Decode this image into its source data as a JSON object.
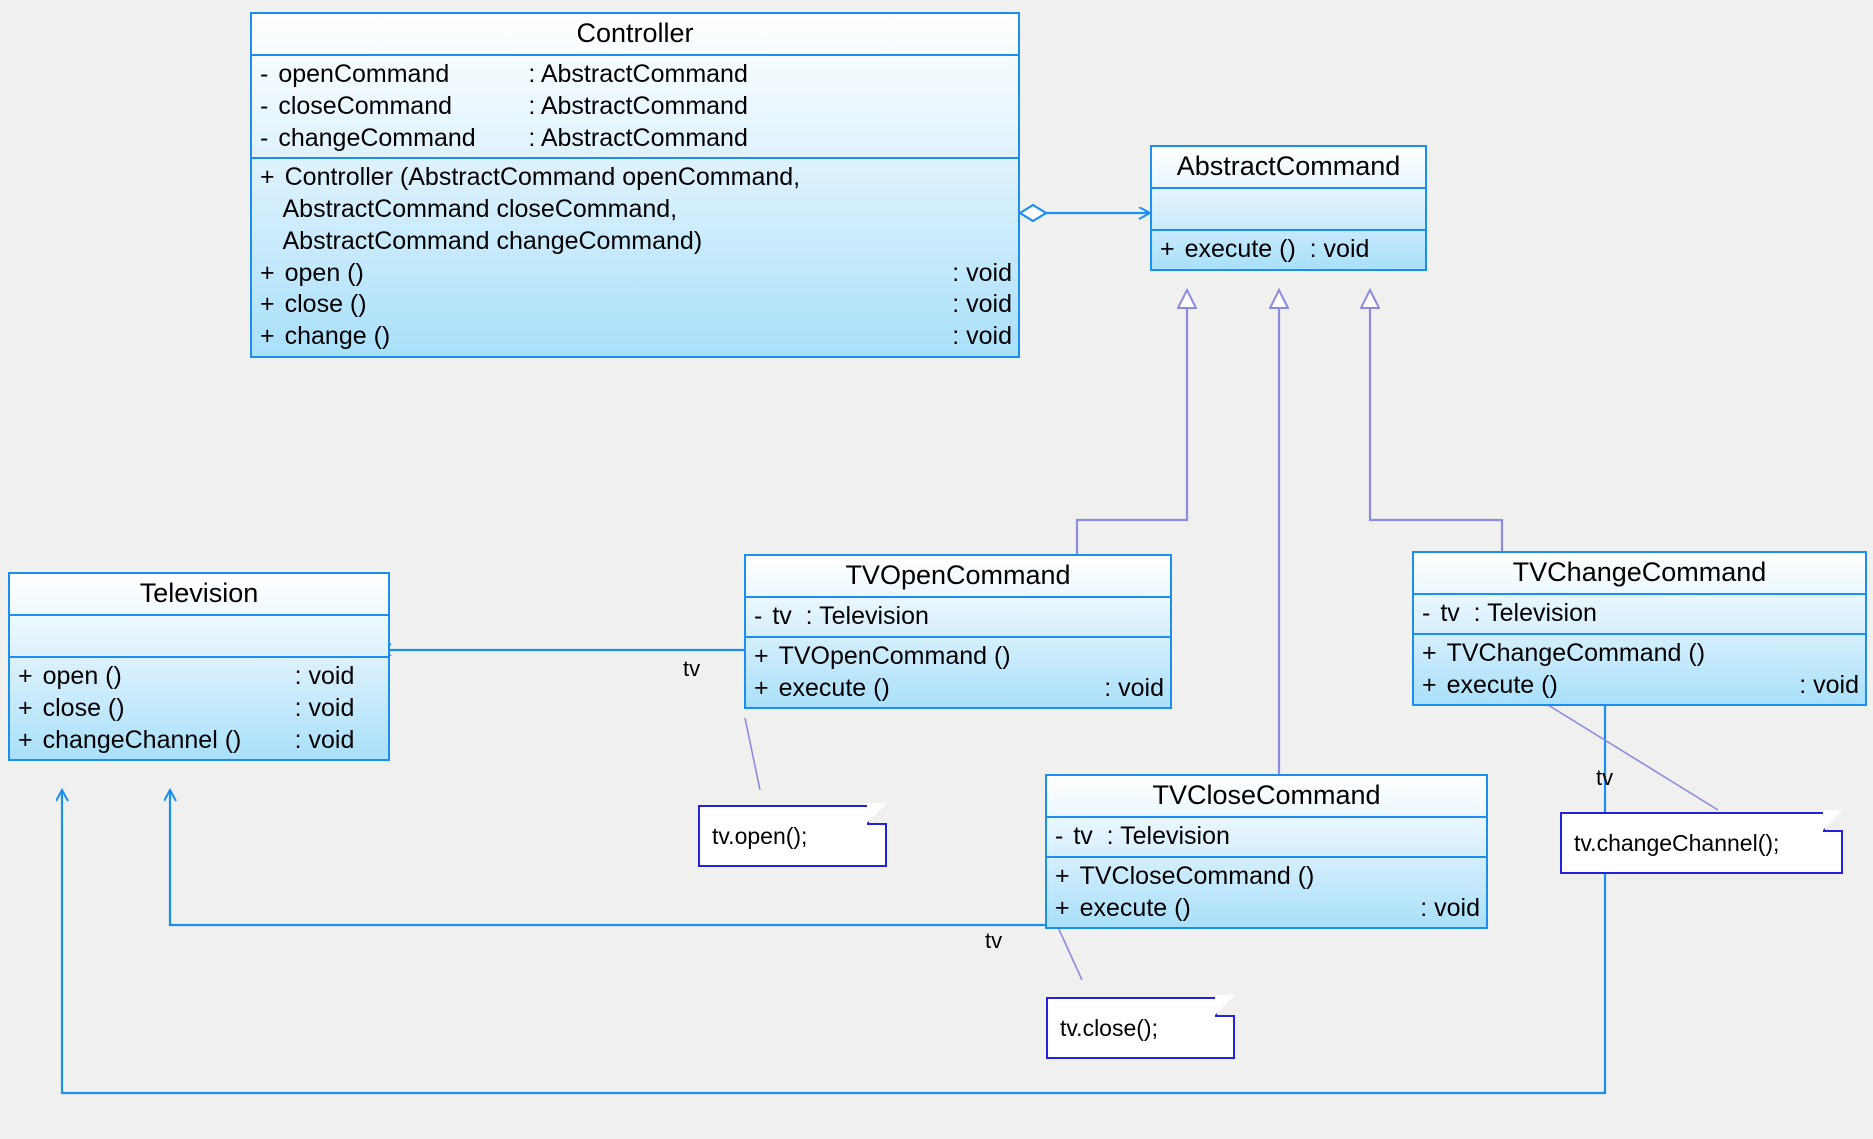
{
  "diagram": {
    "title": "Command Pattern UML Class Diagram",
    "type": "uml-class-diagram",
    "background_color": "#f0f0ee",
    "class_border_color": "#1b8ef2",
    "note_border_color": "#2222dd",
    "inheritance_color": "#8b8be0",
    "association_color": "#1b8ef2"
  },
  "classes": {
    "controller": {
      "name": "Controller",
      "attributes": [
        {
          "vis": "-",
          "name": "openCommand",
          "type": ": AbstractCommand"
        },
        {
          "vis": "-",
          "name": "closeCommand",
          "type": ": AbstractCommand"
        },
        {
          "vis": "-",
          "name": "changeCommand",
          "type": ": AbstractCommand"
        }
      ],
      "operations": [
        {
          "vis": "+",
          "name": "Controller (AbstractCommand openCommand,",
          "type": ""
        },
        {
          "vis": "",
          "name": "  AbstractCommand closeCommand,",
          "type": ""
        },
        {
          "vis": "",
          "name": "  AbstractCommand changeCommand)",
          "type": ""
        },
        {
          "vis": "+",
          "name": "open ()",
          "type": ": void"
        },
        {
          "vis": "+",
          "name": "close ()",
          "type": ": void"
        },
        {
          "vis": "+",
          "name": "change ()",
          "type": ": void"
        }
      ]
    },
    "abstract_command": {
      "name": "AbstractCommand",
      "attributes": [],
      "operations": [
        {
          "vis": "+",
          "name": "execute ()  : void",
          "type": ""
        }
      ]
    },
    "television": {
      "name": "Television",
      "attributes": [],
      "operations": [
        {
          "vis": "+",
          "name": "open ()",
          "type": ": void"
        },
        {
          "vis": "+",
          "name": "close ()",
          "type": ": void"
        },
        {
          "vis": "+",
          "name": "changeChannel ()",
          "type": ": void"
        }
      ]
    },
    "tv_open_command": {
      "name": "TVOpenCommand",
      "attributes": [
        {
          "vis": "-",
          "name": "tv  : Television",
          "type": ""
        }
      ],
      "operations": [
        {
          "vis": "+",
          "name": "TVOpenCommand ()",
          "type": ""
        },
        {
          "vis": "+",
          "name": "execute ()",
          "type": ": void"
        }
      ]
    },
    "tv_close_command": {
      "name": "TVCloseCommand",
      "attributes": [
        {
          "vis": "-",
          "name": "tv  : Television",
          "type": ""
        }
      ],
      "operations": [
        {
          "vis": "+",
          "name": "TVCloseCommand ()",
          "type": ""
        },
        {
          "vis": "+",
          "name": "execute ()",
          "type": ": void"
        }
      ]
    },
    "tv_change_command": {
      "name": "TVChangeCommand",
      "attributes": [
        {
          "vis": "-",
          "name": "tv  : Television",
          "type": ""
        }
      ],
      "operations": [
        {
          "vis": "+",
          "name": "TVChangeCommand ()",
          "type": ""
        },
        {
          "vis": "+",
          "name": "execute ()",
          "type": ": void"
        }
      ]
    }
  },
  "notes": {
    "open_note": "tv.open();",
    "close_note": "tv.close();",
    "change_note": "tv.changeChannel();"
  },
  "role_labels": {
    "open_tv": "tv",
    "close_tv": "tv",
    "change_tv": "tv"
  }
}
